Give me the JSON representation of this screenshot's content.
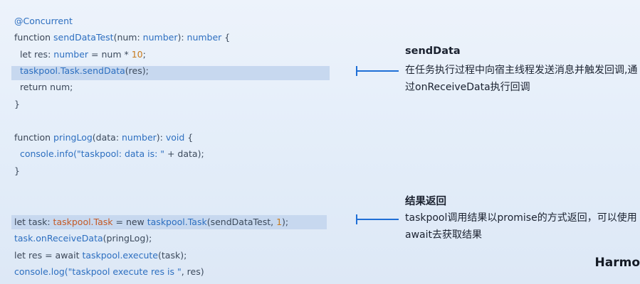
{
  "code_blocks": [
    {
      "lines": [
        [
          {
            "t": "@Concurrent",
            "c": "fn"
          }
        ],
        [
          {
            "t": "function ",
            "c": "kw"
          },
          {
            "t": "sendDataTest",
            "c": "fn"
          },
          {
            "t": "(num: ",
            "c": "pl"
          },
          {
            "t": "number",
            "c": "ty"
          },
          {
            "t": "): ",
            "c": "pl"
          },
          {
            "t": "number",
            "c": "ty"
          },
          {
            "t": " {",
            "c": "pl"
          }
        ],
        [
          {
            "t": "  let ",
            "c": "kw"
          },
          {
            "t": "res: ",
            "c": "pl"
          },
          {
            "t": "number",
            "c": "ty"
          },
          {
            "t": " = num * ",
            "c": "pl"
          },
          {
            "t": "10",
            "c": "num"
          },
          {
            "t": ";",
            "c": "pl"
          }
        ],
        [
          {
            "t": "  taskpool.Task.sendData",
            "c": "fn"
          },
          {
            "t": "(res);",
            "c": "pl"
          }
        ],
        [
          {
            "t": "  return ",
            "c": "kw"
          },
          {
            "t": "num;",
            "c": "pl"
          }
        ],
        [
          {
            "t": "}",
            "c": "pl"
          }
        ]
      ]
    },
    {
      "lines": [
        [
          {
            "t": "function ",
            "c": "kw"
          },
          {
            "t": "pringLog",
            "c": "fn"
          },
          {
            "t": "(data: ",
            "c": "pl"
          },
          {
            "t": "number",
            "c": "ty"
          },
          {
            "t": "): ",
            "c": "pl"
          },
          {
            "t": "void",
            "c": "ty"
          },
          {
            "t": " {",
            "c": "pl"
          }
        ],
        [
          {
            "t": "  console.info",
            "c": "fn"
          },
          {
            "t": "(\"taskpool: data is: \"",
            "c": "str"
          },
          {
            "t": " + data);",
            "c": "pl"
          }
        ],
        [
          {
            "t": "}",
            "c": "pl"
          }
        ]
      ]
    },
    {
      "lines": [
        [
          {
            "t": "let ",
            "c": "kw"
          },
          {
            "t": "task: ",
            "c": "pl"
          },
          {
            "t": "taskpool.Task",
            "c": "var"
          },
          {
            "t": " = ",
            "c": "pl"
          },
          {
            "t": "new ",
            "c": "kw"
          },
          {
            "t": "taskpool.Task",
            "c": "fn"
          },
          {
            "t": "(sendDataTest, ",
            "c": "pl"
          },
          {
            "t": "1",
            "c": "num"
          },
          {
            "t": ");",
            "c": "pl"
          }
        ],
        [
          {
            "t": "task.onReceiveData",
            "c": "fn"
          },
          {
            "t": "(pringLog);",
            "c": "pl"
          }
        ],
        [
          {
            "t": "let ",
            "c": "kw"
          },
          {
            "t": "res = ",
            "c": "pl"
          },
          {
            "t": "await ",
            "c": "kw"
          },
          {
            "t": "taskpool.execute",
            "c": "fn"
          },
          {
            "t": "(task);",
            "c": "pl"
          }
        ],
        [
          {
            "t": "console.log",
            "c": "fn"
          },
          {
            "t": "(\"taskpool execute res is \"",
            "c": "str"
          },
          {
            "t": ", res)",
            "c": "pl"
          }
        ]
      ]
    }
  ],
  "annotations": [
    {
      "title": "sendData",
      "body": "在任务执行过程中向宿主线程发送消息并触发回调,通过onReceiveData执行回调"
    },
    {
      "title": "结果返回",
      "body": "taskpool调用结果以promise的方式返回，可以使用await去获取结果"
    }
  ],
  "brand": "Harmo",
  "colors": {
    "connector": "#1f6fd6",
    "highlight": "#c7d8ef",
    "keyword": "#3a4556",
    "function": "#2d6fc0",
    "number": "#c77a1c",
    "variable": "#c45a26"
  }
}
